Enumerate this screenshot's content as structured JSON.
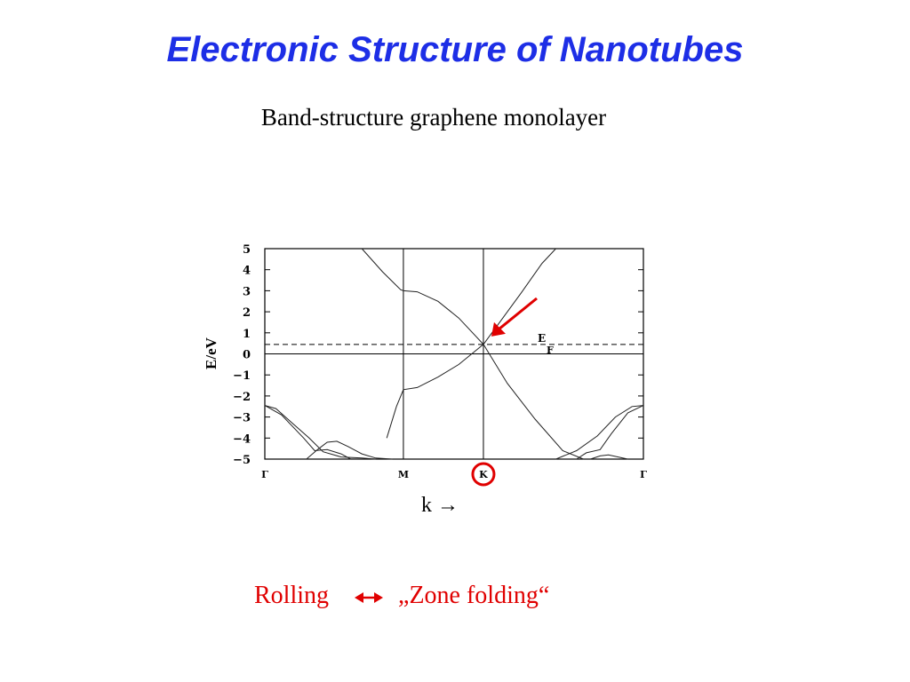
{
  "slide": {
    "title": "Electronic Structure of Nanotubes",
    "subtitle": "Band-structure graphene monolayer",
    "k_label": "k",
    "k_arrow": "→",
    "rolling": "Rolling",
    "zone_folding": "„Zone folding“",
    "colors": {
      "title": "#1d2ee6",
      "accent": "#e00000"
    }
  },
  "chart_data": {
    "type": "line",
    "ylabel": "E/eV",
    "ylim": [
      -5,
      5
    ],
    "yticks": [
      5,
      4,
      3,
      2,
      1,
      0,
      -1,
      -2,
      -3,
      -4,
      -5
    ],
    "ytick_labels": [
      "5",
      "4",
      "3",
      "2",
      "1",
      "0",
      "−1",
      "−2",
      "−3",
      "−4",
      "−5"
    ],
    "xticks": [
      {
        "label": "Γ",
        "pos": 0
      },
      {
        "label": "M",
        "pos": 1
      },
      {
        "label": "K",
        "pos": 1.5774
      },
      {
        "label": "Γ",
        "pos": 2.732
      }
    ],
    "fermi_level": 0.45,
    "fermi_label": "E",
    "fermi_sub": "F",
    "bands": [
      {
        "x": [
          0.7,
          0.85,
          0.98,
          1.0,
          1.1,
          1.25,
          1.4,
          1.5774,
          1.7,
          1.85,
          2.0,
          2.1
        ],
        "y": [
          5.0,
          3.9,
          3.05,
          3.0,
          2.95,
          2.5,
          1.7,
          0.45,
          1.55,
          2.9,
          4.3,
          5.0
        ]
      },
      {
        "x": [
          0.88,
          0.95,
          1.0,
          1.1,
          1.25,
          1.4,
          1.5774,
          1.75,
          1.95,
          2.15,
          2.3
        ],
        "y": [
          -4.0,
          -2.5,
          -1.7,
          -1.6,
          -1.1,
          -0.5,
          0.45,
          -1.4,
          -3.1,
          -4.6,
          -5.0
        ]
      },
      {
        "x": [
          0.0,
          0.08,
          0.2,
          0.32,
          0.42,
          0.55,
          0.7,
          0.8
        ],
        "y": [
          -2.45,
          -2.6,
          -3.3,
          -4.0,
          -4.65,
          -4.9,
          -4.95,
          -5.0
        ]
      },
      {
        "x": [
          0.0,
          0.12,
          0.28,
          0.36,
          0.45,
          0.55,
          0.62
        ],
        "y": [
          -2.45,
          -2.9,
          -4.0,
          -4.6,
          -4.55,
          -4.75,
          -5.0
        ]
      },
      {
        "x": [
          0.3,
          0.38,
          0.45,
          0.52,
          0.6,
          0.7,
          0.8,
          0.92
        ],
        "y": [
          -5.0,
          -4.55,
          -4.2,
          -4.15,
          -4.4,
          -4.75,
          -4.95,
          -5.0
        ]
      },
      {
        "x": [
          2.1,
          2.25,
          2.4,
          2.53,
          2.65,
          2.732
        ],
        "y": [
          -5.0,
          -4.6,
          -3.9,
          -3.0,
          -2.5,
          -2.45
        ]
      },
      {
        "x": [
          2.25,
          2.32,
          2.42,
          2.5,
          2.62,
          2.732
        ],
        "y": [
          -5.0,
          -4.7,
          -4.55,
          -3.8,
          -2.8,
          -2.45
        ]
      },
      {
        "x": [
          2.35,
          2.42,
          2.48,
          2.55,
          2.62
        ],
        "y": [
          -5.0,
          -4.85,
          -4.8,
          -4.9,
          -5.0
        ]
      }
    ]
  }
}
